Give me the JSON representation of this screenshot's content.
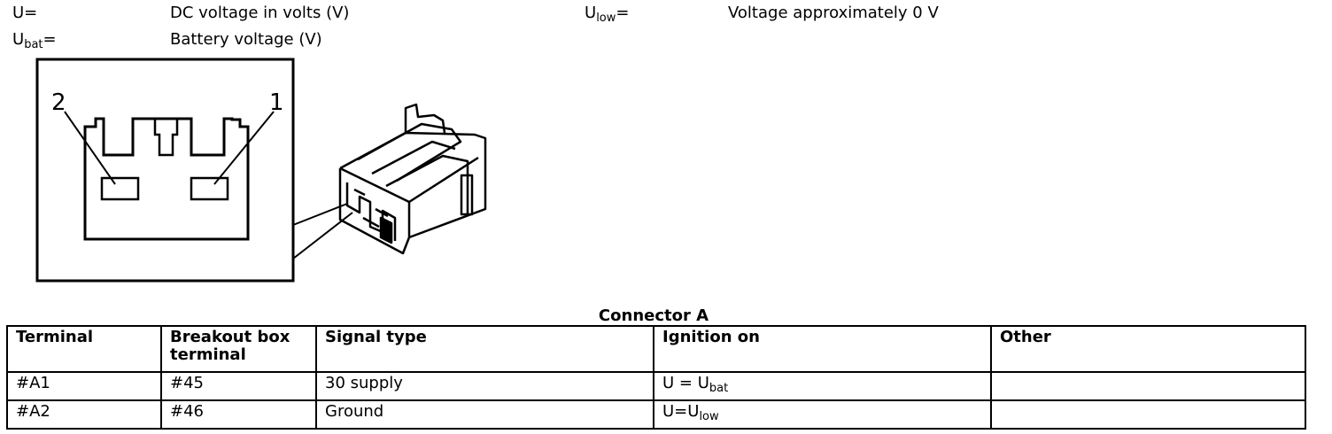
{
  "legend": {
    "u_eq": {
      "symbol": "U=",
      "desc": "DC voltage in volts (V)"
    },
    "u_bat": {
      "symbol": "U",
      "sub": "bat",
      "suffix": "=",
      "desc": "Battery voltage (V)"
    },
    "u_low": {
      "symbol": "U",
      "sub": "low",
      "suffix": "=",
      "desc": "Voltage approximately 0 V"
    }
  },
  "diagram": {
    "pin_labels": [
      "2",
      "1"
    ]
  },
  "table": {
    "caption": "Connector A",
    "headers": [
      "Terminal",
      "Breakout box terminal",
      "Signal type",
      "Ignition on",
      "Other"
    ],
    "rows": [
      {
        "terminal": "#A1",
        "breakout": "#45",
        "signal": "30 supply",
        "ign_main": "U = U",
        "ign_sub": "bat",
        "other": ""
      },
      {
        "terminal": "#A2",
        "breakout": "#46",
        "signal": "Ground",
        "ign_main": "U=U",
        "ign_sub": "low",
        "other": ""
      }
    ]
  }
}
